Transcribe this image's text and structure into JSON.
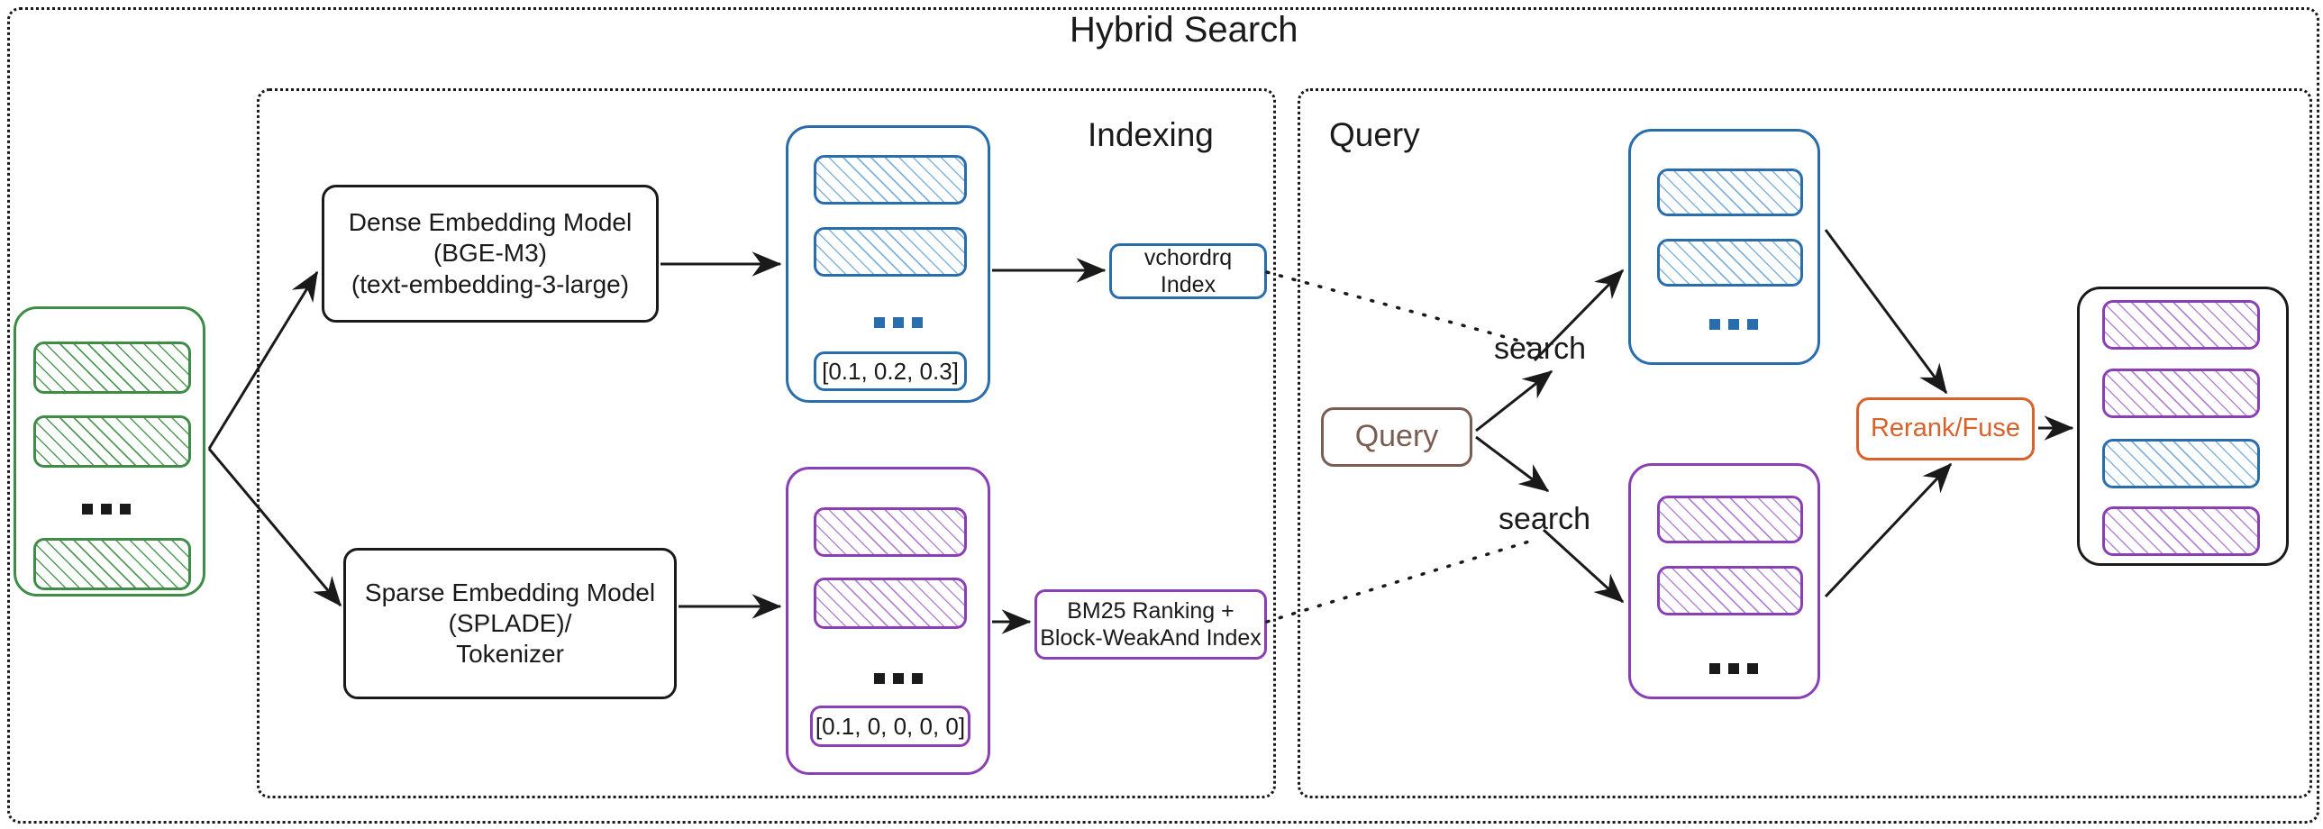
{
  "title": "Hybrid Search",
  "sections": [
    {
      "id": "indexing",
      "label": "Indexing"
    },
    {
      "id": "query",
      "label": "Query"
    }
  ],
  "colors": {
    "green": "#3f8c47",
    "blue": "#2a6dad",
    "purple": "#8b3fb5",
    "black": "#1a1a1a",
    "brown": "#7a5d52",
    "orange": "#d9622b"
  },
  "nodes": {
    "dense_model": {
      "lines": [
        "Dense Embedding Model",
        "(BGE-M3)",
        "(text-embedding-3-large)"
      ]
    },
    "sparse_model": {
      "lines": [
        "Sparse Embedding Model",
        "(SPLADE)/",
        "Tokenizer"
      ]
    },
    "vchordrq_index": {
      "lines": [
        "vchordrq",
        "Index"
      ]
    },
    "bm25_index": {
      "lines": [
        "BM25 Ranking +",
        "Block-WeakAnd Index"
      ]
    },
    "query_box": {
      "label": "Query"
    },
    "rerank_fuse": {
      "label": "Rerank/Fuse"
    }
  },
  "edge_labels": {
    "search_dense": "search",
    "search_sparse": "search"
  },
  "stacks": {
    "source_docs": {
      "ellipsis": "...",
      "cells": 3
    },
    "dense_vectors": {
      "ellipsis": "...",
      "value": "[0.1, 0.2, 0.3]",
      "cells": 2
    },
    "sparse_vectors": {
      "ellipsis": "...",
      "value": "[0.1, 0, 0, 0, 0]",
      "cells": 2
    },
    "dense_results": {
      "ellipsis": "...",
      "cells": 2
    },
    "sparse_results": {
      "ellipsis": "...",
      "cells": 2
    },
    "final_results": {
      "cells": 4
    }
  }
}
